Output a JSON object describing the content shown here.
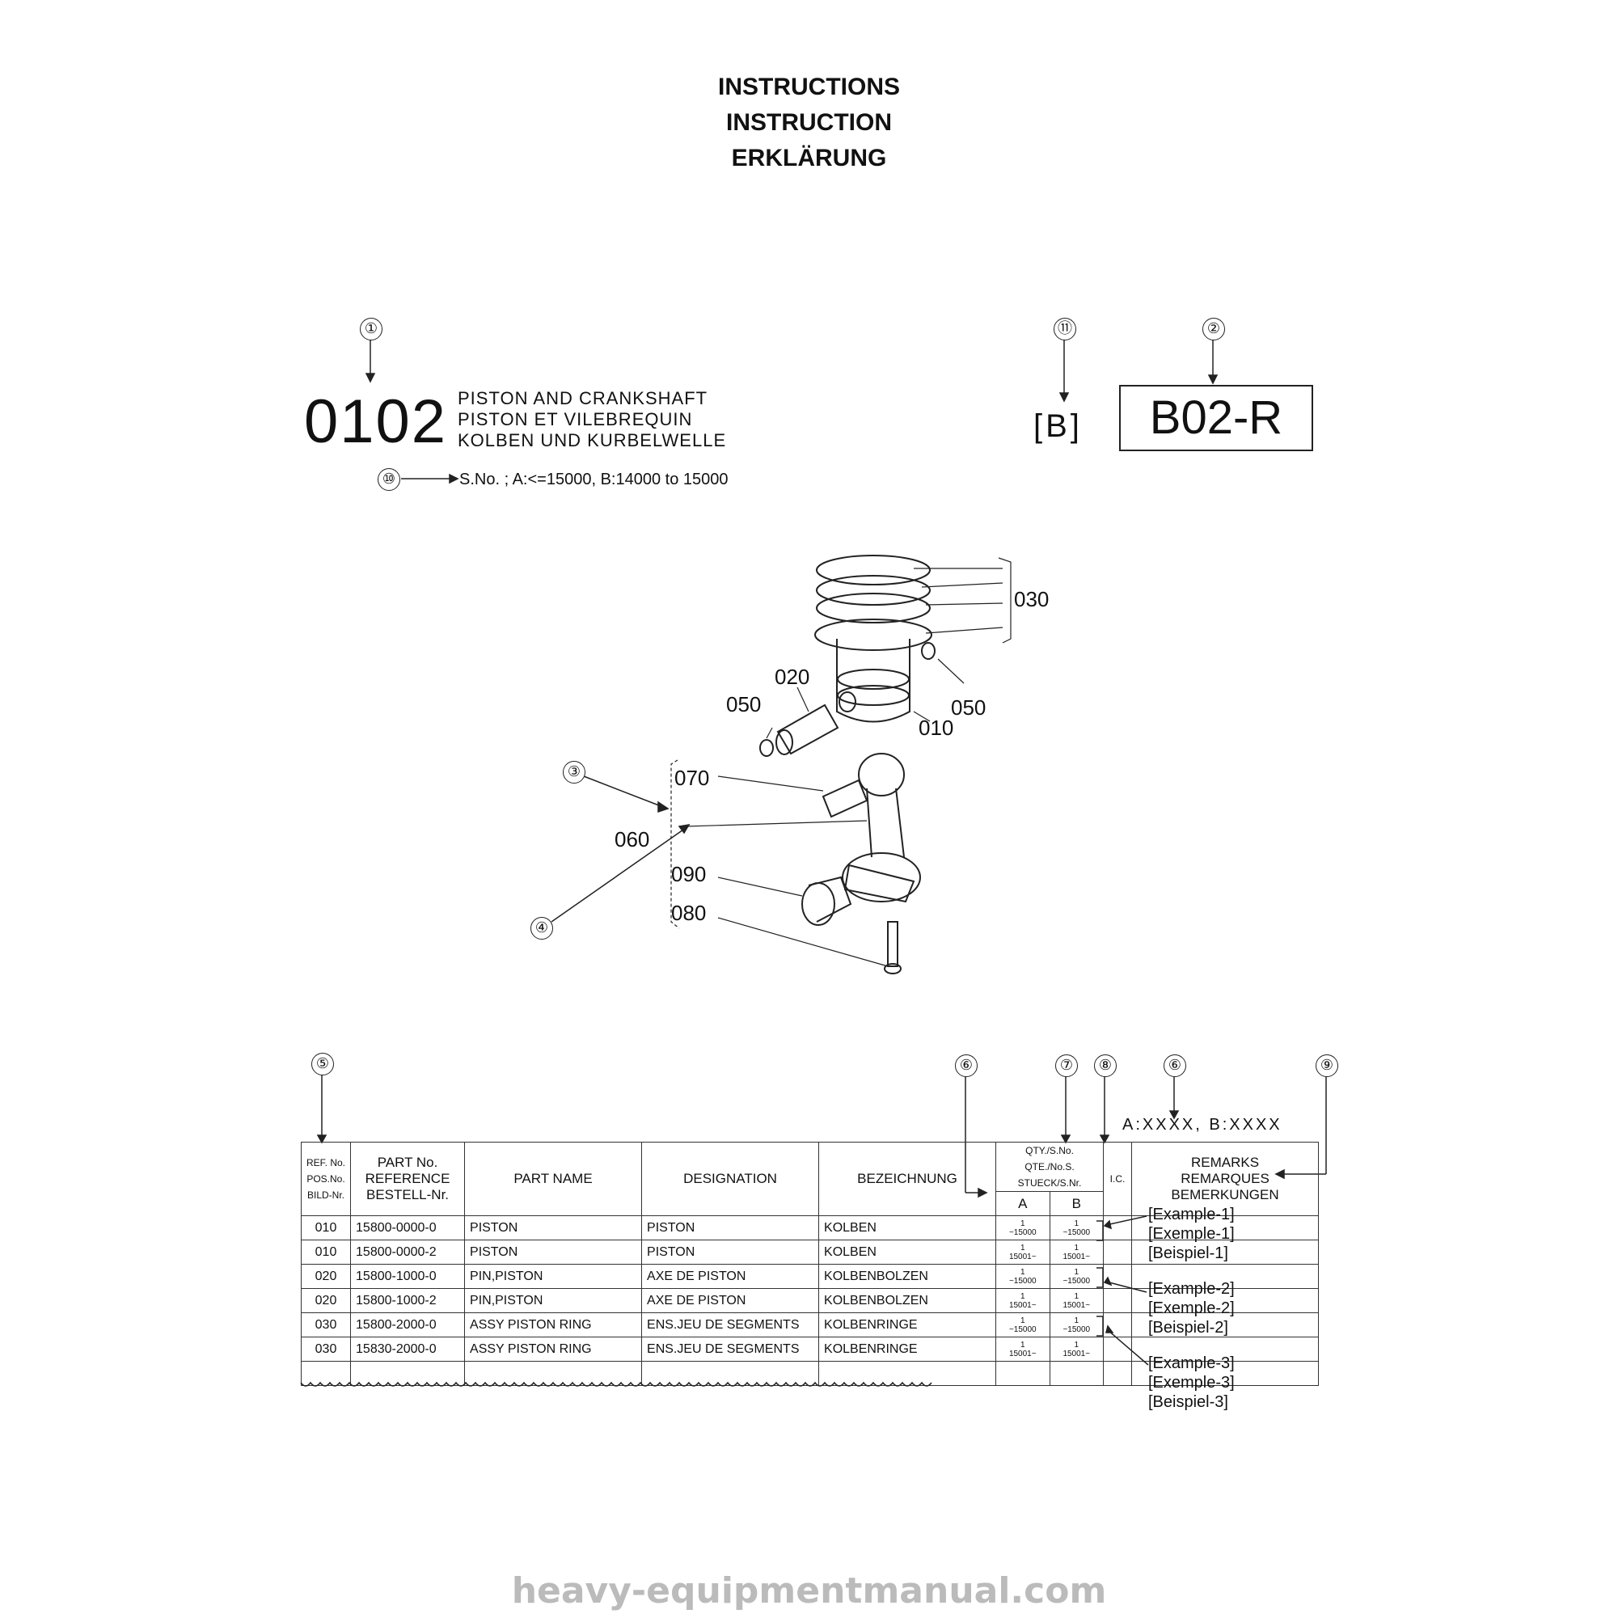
{
  "titles": [
    "INSTRUCTIONS",
    "INSTRUCTION",
    "ERKLÄRUNG"
  ],
  "callouts": {
    "c1": "①",
    "c2": "②",
    "c3": "③",
    "c4": "④",
    "c5": "⑤",
    "c6": "⑥",
    "c7": "⑦",
    "c8": "⑧",
    "c9": "⑨",
    "c10": "⑩",
    "c11": "⑪"
  },
  "section": {
    "number": "0102",
    "names": [
      "PISTON AND CRANKSHAFT",
      "PISTON ET VILEBREQUIN",
      "KOLBEN UND KURBELWELLE"
    ],
    "serial": "S.No. ; A:<=15000, B:14000 to 15000",
    "bracket": "[B]",
    "code": "B02-R"
  },
  "diagram_labels": {
    "p030": "030",
    "p020": "020",
    "p050a": "050",
    "p050b": "050",
    "p010": "010",
    "p070": "070",
    "p060": "060",
    "p090": "090",
    "p080": "080"
  },
  "abx": "A:XXXX, B:XXXX",
  "table": {
    "headers": {
      "ref": [
        "REF. No.",
        "POS.No.",
        "BILD-Nr."
      ],
      "part_no": [
        "PART No.",
        "REFERENCE",
        "BESTELL-Nr."
      ],
      "part_name": "PART NAME",
      "designation": "DESIGNATION",
      "bezeichnung": "BEZEICHNUNG",
      "qty": [
        "QTY./S.No.",
        "QTE./No.S.",
        "STUECK/S.Nr."
      ],
      "qty_a": "A",
      "qty_b": "B",
      "ic": "I.C.",
      "remarks": [
        "REMARKS",
        "REMARQUES",
        "BEMERKUNGEN"
      ]
    },
    "rows": [
      {
        "ref": "010",
        "part": "15800-0000-0",
        "name": "PISTON",
        "des": "PISTON",
        "bez": "KOLBEN",
        "a": [
          "1",
          "~15000"
        ],
        "b": [
          "1",
          "~15000"
        ]
      },
      {
        "ref": "010",
        "part": "15800-0000-2",
        "name": "PISTON",
        "des": "PISTON",
        "bez": "KOLBEN",
        "a": [
          "1",
          "15001~"
        ],
        "b": [
          "1",
          "15001~"
        ]
      },
      {
        "ref": "020",
        "part": "15800-1000-0",
        "name": "PIN,PISTON",
        "des": "AXE DE PISTON",
        "bez": "KOLBENBOLZEN",
        "a": [
          "1",
          "~15000"
        ],
        "b": [
          "1",
          "~15000"
        ]
      },
      {
        "ref": "020",
        "part": "15800-1000-2",
        "name": "PIN,PISTON",
        "des": "AXE DE PISTON",
        "bez": "KOLBENBOLZEN",
        "a": [
          "1",
          "15001~"
        ],
        "b": [
          "1",
          "15001~"
        ]
      },
      {
        "ref": "030",
        "part": "15800-2000-0",
        "name": "ASSY PISTON RING",
        "des": "ENS.JEU DE SEGMENTS",
        "bez": "KOLBENRINGE",
        "a": [
          "1",
          "~15000"
        ],
        "b": [
          "1",
          "~15000"
        ]
      },
      {
        "ref": "030",
        "part": "15830-2000-0",
        "name": "ASSY PISTON RING",
        "des": "ENS.JEU DE SEGMENTS",
        "bez": "KOLBENRINGE",
        "a": [
          "1",
          "15001~"
        ],
        "b": [
          "1",
          "15001~"
        ]
      }
    ]
  },
  "remarks_examples": [
    [
      "[Example-1]",
      "[Exemple-1]",
      "[Beispiel-1]"
    ],
    [
      "[Example-2]",
      "[Exemple-2]",
      "[Beispiel-2]"
    ],
    [
      "[Example-3]",
      "[Exemple-3]",
      "[Beispiel-3]"
    ]
  ],
  "footer": "heavy-equipmentmanual.com"
}
